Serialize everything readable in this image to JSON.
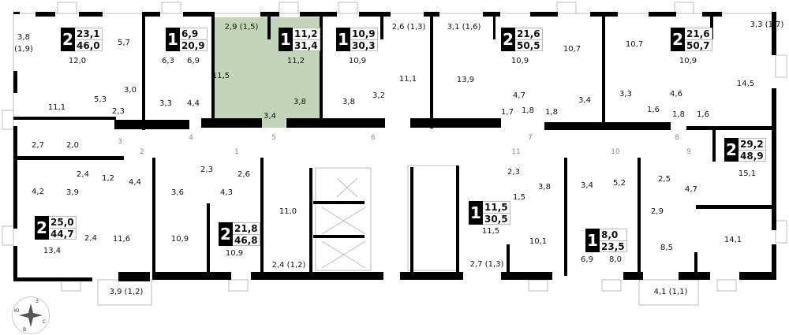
{
  "apartments": [
    {
      "rooms": "2",
      "living": "23,1",
      "total": "46,0"
    },
    {
      "rooms": "1",
      "living": "6,9",
      "total": "20,9"
    },
    {
      "rooms": "1",
      "living": "11,2",
      "total": "31,4",
      "highlighted": true
    },
    {
      "rooms": "1",
      "living": "10,9",
      "total": "30,3"
    },
    {
      "rooms": "2",
      "living": "21,6",
      "total": "50,5"
    },
    {
      "rooms": "2",
      "living": "21,6",
      "total": "50,7"
    },
    {
      "rooms": "2",
      "living": "29,2",
      "total": "48,9"
    },
    {
      "rooms": "2",
      "living": "25,0",
      "total": "44,7"
    },
    {
      "rooms": "2",
      "living": "21,8",
      "total": "46,8"
    },
    {
      "rooms": "1",
      "living": "11,5",
      "total": "30,5"
    },
    {
      "rooms": "1",
      "living": "8,0",
      "total": "23,5"
    }
  ],
  "rooms": [
    "3,8",
    "(1,9)",
    "12,0",
    "5,7",
    "6,3",
    "6,9",
    "2,9 (1,5)",
    "11,5",
    "11,2",
    "10,9",
    "11,1",
    "3,0",
    "5,3",
    "2,3",
    "3,3",
    "4,4",
    "3,4",
    "3,8",
    "3,8",
    "3,2",
    "2,7",
    "2,0",
    "2,6 (1,3)",
    "3,1 (1,6)",
    "10,9",
    "10,7",
    "10,7",
    "10,9",
    "3,3 (1,7)",
    "11,1",
    "13,9",
    "14,5",
    "4,7",
    "1,7",
    "1,8",
    "1,8",
    "3,4",
    "3,3",
    "1,6",
    "4,6",
    "1,8",
    "1,6",
    "2,4",
    "1,2",
    "4,4",
    "4,2",
    "3,9",
    "2,3",
    "2,6",
    "3,6",
    "4,3",
    "11,0",
    "2,4",
    "11,6",
    "10,9",
    "13,4",
    "10,9",
    "2,4 (1,2)",
    "3,9 (1,2)",
    "2,3",
    "3,8",
    "3,4",
    "5,2",
    "2,5",
    "15,1",
    "4,7",
    "1,5",
    "2,9",
    "11,5",
    "10,1",
    "8,5",
    "14,1",
    "6,9",
    "8,0",
    "2,7 (1,3)",
    "4,1 (1,1)"
  ],
  "doors": [
    "1",
    "2",
    "3",
    "4",
    "5",
    "6",
    "7",
    "8",
    "9",
    "10",
    "11"
  ],
  "compass": {
    "n": "З",
    "w": "Ю",
    "s": "В",
    "e": "С"
  },
  "colors": {
    "highlight": "#c3d4b8",
    "wall": "#000000"
  }
}
